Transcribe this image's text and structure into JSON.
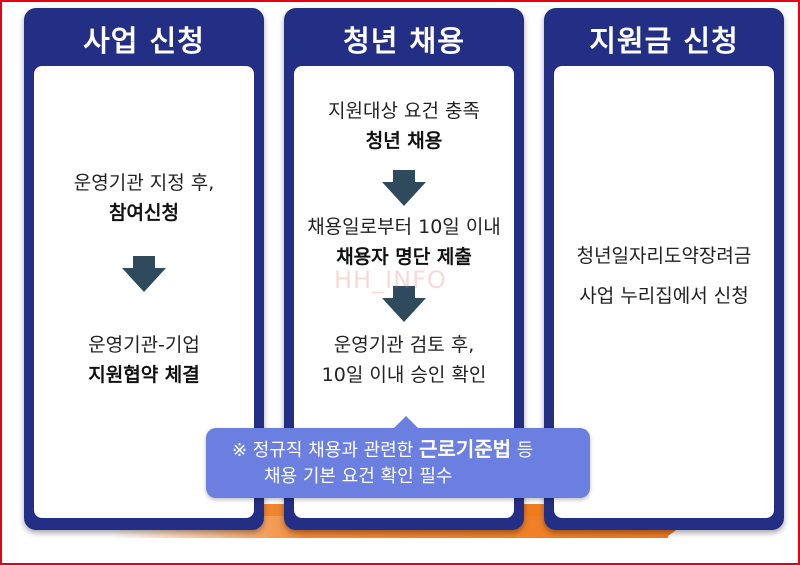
{
  "steps": [
    {
      "title": "사업 신청",
      "blocks": [
        {
          "line": "운영기관 지정 후,",
          "bold": "참여신청"
        },
        {
          "line": "운영기관-기업",
          "bold": "지원협약 체결"
        }
      ]
    },
    {
      "title": "청년 채용",
      "blocks": [
        {
          "line": "지원대상 요건 충족",
          "bold": "청년 채용"
        },
        {
          "line": "채용일로부터 10일 이내",
          "bold": "채용자 명단 제출"
        },
        {
          "line1": "운영기관 검토 후,",
          "line2": "10일 이내 승인 확인"
        }
      ]
    },
    {
      "title": "지원금 신청",
      "blocks": [
        {
          "line1": "청년일자리도약장려금",
          "line2": "사업 누리집에서 신청"
        }
      ]
    }
  ],
  "note": {
    "prefix": "※ 정규직 채용과 관련한 ",
    "emphasis": "근로기준법",
    "suffix": " 등",
    "line2": "채용 기본 요건 확인 필수"
  },
  "watermark": "HH_INFO",
  "colors": {
    "card": "#232e85",
    "arrow": "#2e4a5c",
    "note": "#6b7fe0",
    "flow_arrow": "#f07b1f",
    "border": "#e60012"
  }
}
